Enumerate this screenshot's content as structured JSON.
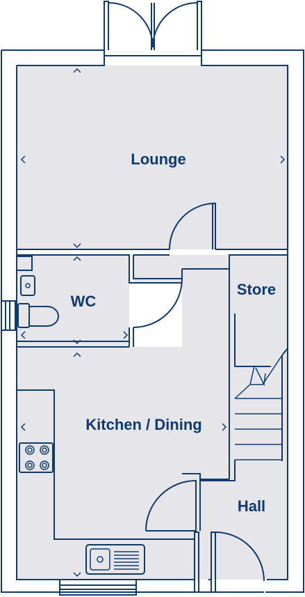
{
  "colors": {
    "line": "#0e3a6e",
    "floor": "#e6e6ea",
    "background": "#ffffff"
  },
  "rooms": {
    "lounge": "Lounge",
    "wc": "WC",
    "store": "Store",
    "kitchen": "Kitchen / Dining",
    "hall": "Hall"
  },
  "icons": [
    "french-doors-icon",
    "door-swing-icon",
    "staircase-icon",
    "hob-icon",
    "sink-icon",
    "toilet-icon",
    "basin-icon",
    "window-icon",
    "dimension-arrow-icon"
  ]
}
